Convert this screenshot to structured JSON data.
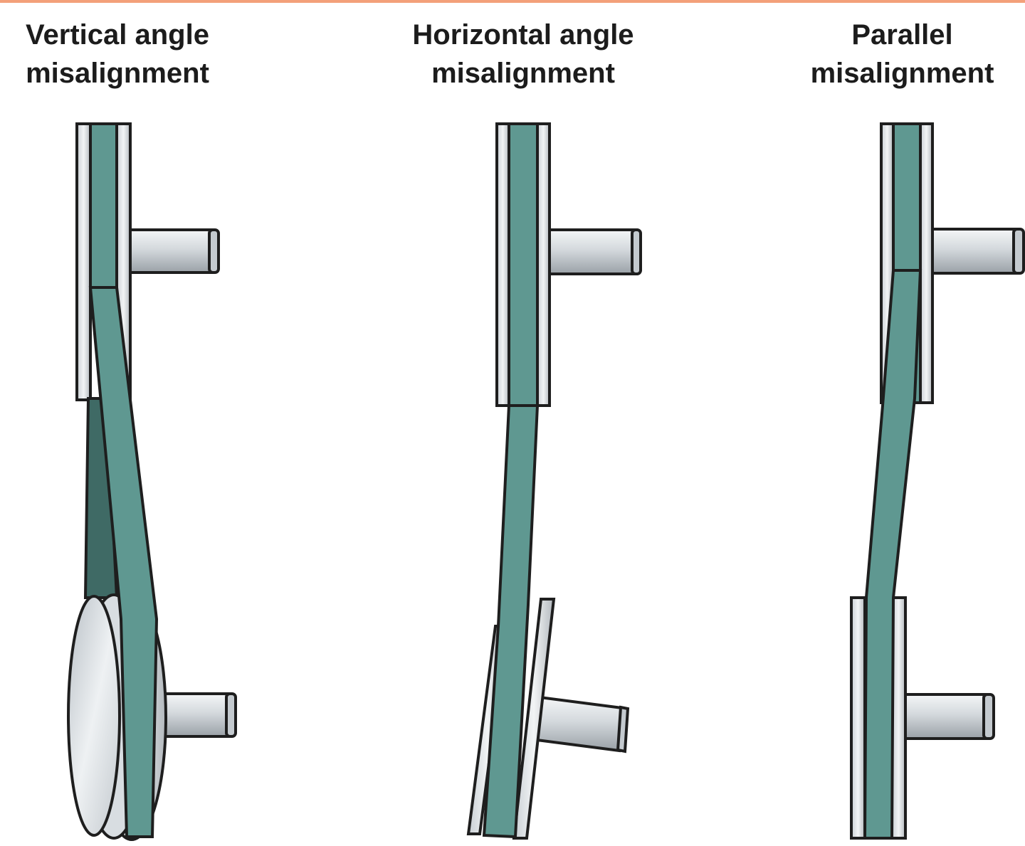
{
  "colors": {
    "accent_rule": "#f3a07a",
    "belt": "#5f9891",
    "belt_shadow": "#3f6a65",
    "outline": "#1e1e1e",
    "steel_light": "#e6e9ec",
    "steel_dark": "#a7adb3"
  },
  "panels": [
    {
      "title_line1": "Vertical angle",
      "title_line2": "misalignment"
    },
    {
      "title_line1": "Horizontal angle",
      "title_line2": "misalignment"
    },
    {
      "title_line1": "Parallel",
      "title_line2": "misalignment"
    }
  ]
}
